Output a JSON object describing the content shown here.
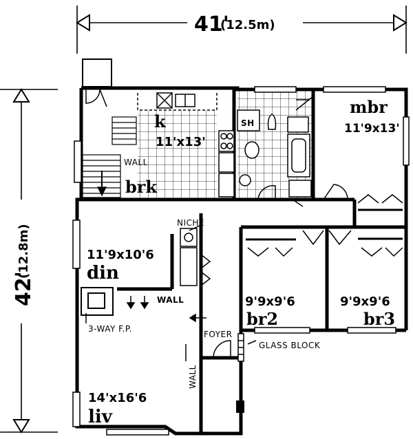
{
  "dimensions": {
    "width_label": "41'",
    "width_metric": "(12.5m)",
    "height_label": "42'",
    "height_metric": "(12.8m)"
  },
  "rooms": {
    "kitchen": {
      "name": "k",
      "size": "11'x13'"
    },
    "breakfast": {
      "name": "brk"
    },
    "master_bedroom": {
      "name": "mbr",
      "size": "11'9x13'"
    },
    "dining": {
      "name": "din",
      "size": "11'9x10'6"
    },
    "bedroom2": {
      "name": "br2",
      "size": "9'9x9'6"
    },
    "bedroom3": {
      "name": "br3",
      "size": "9'9x9'6"
    },
    "living": {
      "name": "liv",
      "size": "14'x16'6"
    }
  },
  "labels": {
    "shower": "SH",
    "wall_breakfast": "WALL",
    "wall_dining": "WALL",
    "wall_living": "WALL",
    "niche": "NICHE",
    "fireplace": "3-WAY F.P.",
    "foyer": "FOYER",
    "glass_block": "GLASS BLOCK"
  }
}
